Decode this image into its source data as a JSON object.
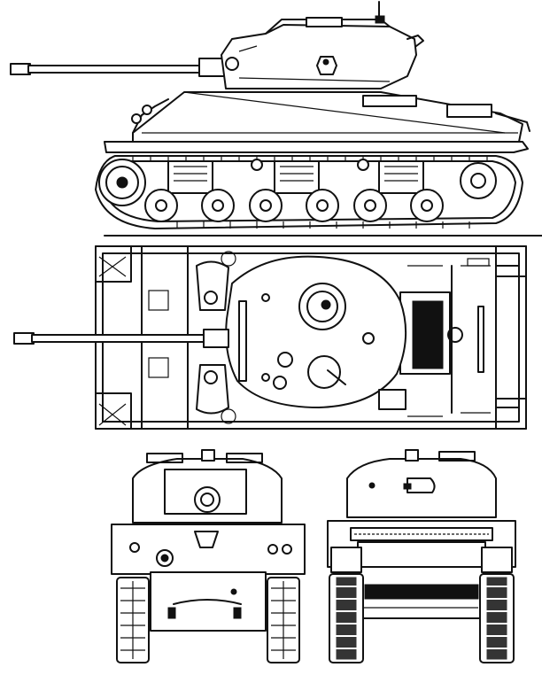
{
  "sheet": {
    "background": "#ffffff",
    "ink_color": "#111111",
    "views": [
      "side-view",
      "top-view",
      "front-view",
      "rear-view"
    ]
  }
}
